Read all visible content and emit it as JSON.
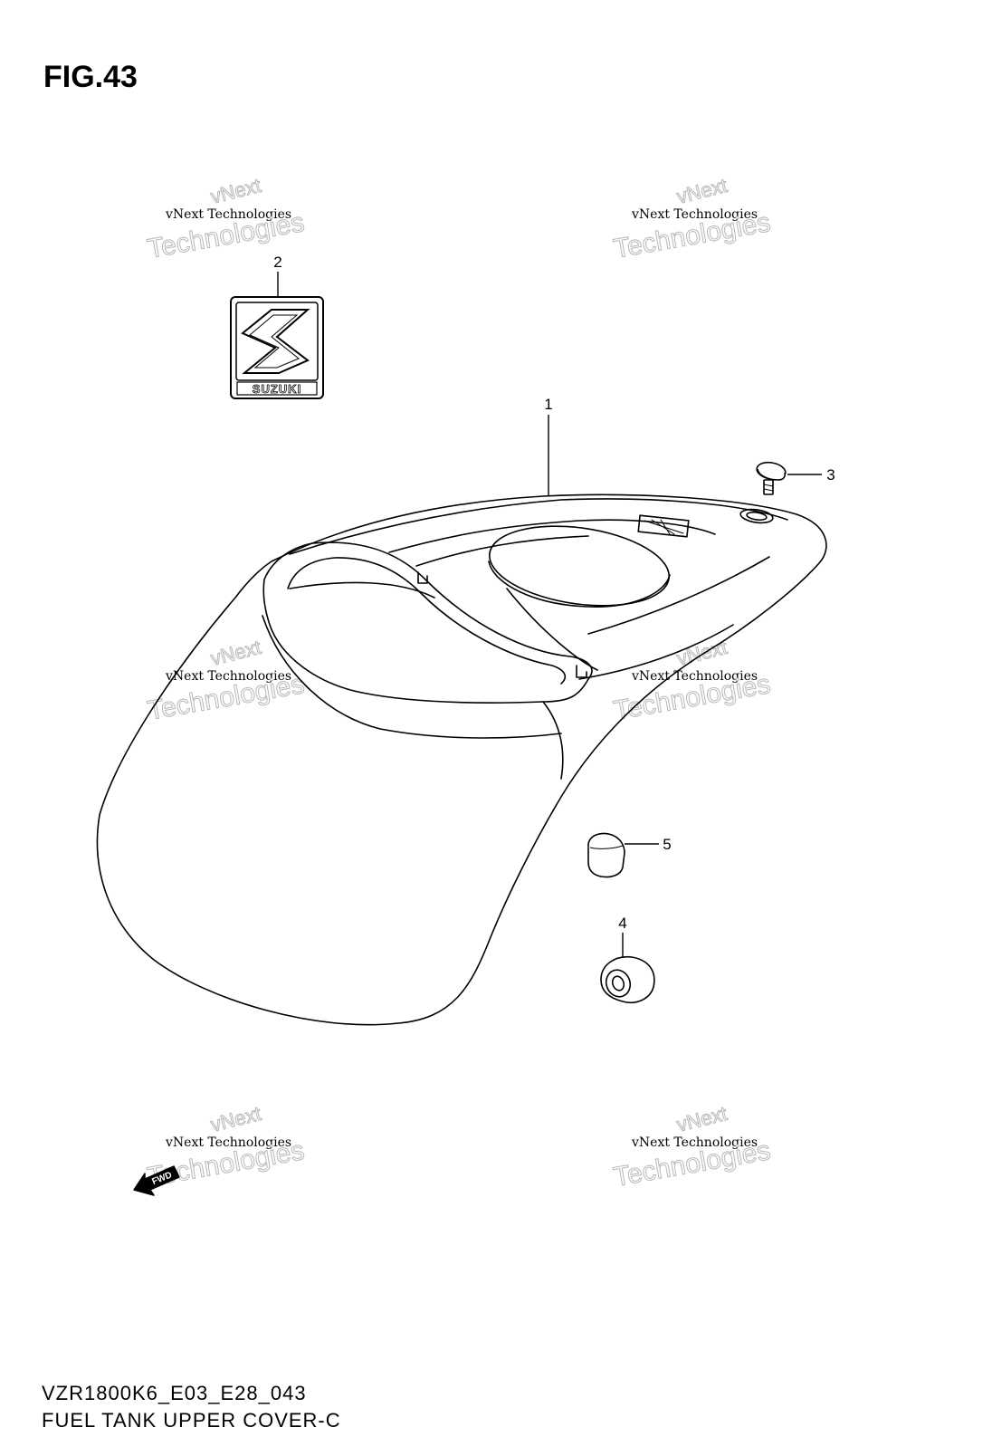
{
  "figure": {
    "title": "FIG.43"
  },
  "callouts": [
    {
      "number": "1"
    },
    {
      "number": "2"
    },
    {
      "number": "3"
    },
    {
      "number": "4"
    },
    {
      "number": "5"
    }
  ],
  "emblem": {
    "text": "SUZUKI",
    "icon": "suzuki-s-logo"
  },
  "direction_arrow": {
    "text": "FWD"
  },
  "watermark": {
    "line1": "vNext Technologies",
    "line2": "vNext",
    "line3": "Technologies"
  },
  "footer": {
    "code": "VZR1800K6_E03_E28_043",
    "name": "FUEL TANK UPPER COVER-C"
  }
}
